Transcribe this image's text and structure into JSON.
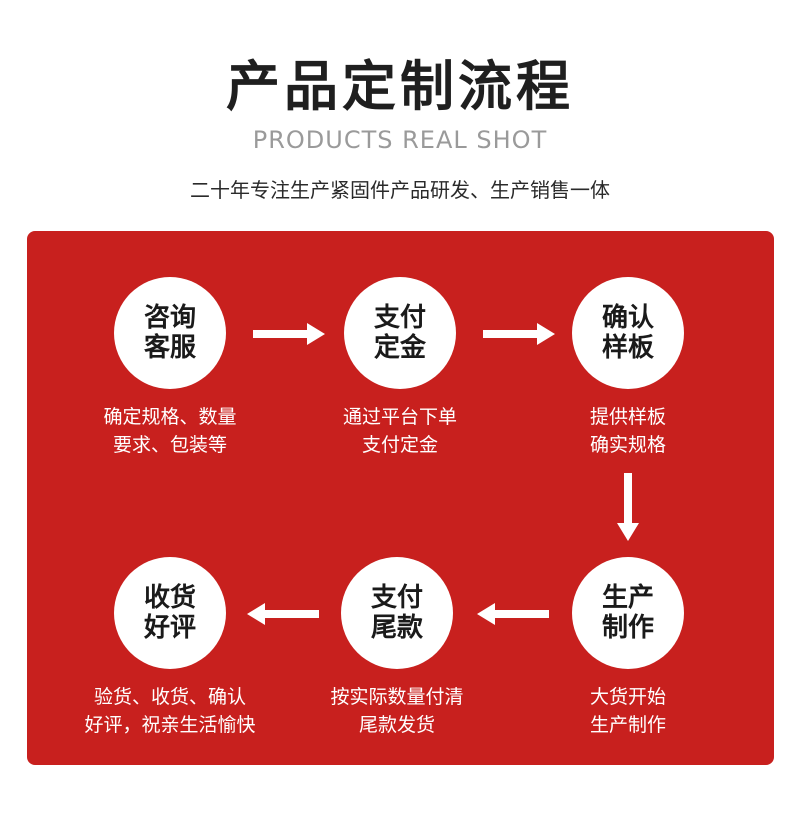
{
  "header": {
    "title": "产品定制流程",
    "subtitle": "PRODUCTS REAL SHOT",
    "tagline": "二十年专注生产紧固件产品研发、生产销售一体"
  },
  "colors": {
    "panel": "#c8201e",
    "circle": "#ffffff",
    "arrow": "#ffffff"
  },
  "steps": [
    {
      "name": "咨询客服",
      "desc1": "确定规格、数量",
      "desc2": "要求、包装等"
    },
    {
      "name": "支付定金",
      "desc1": "通过平台下单",
      "desc2": "支付定金"
    },
    {
      "name": "确认样板",
      "desc1": "提供样板",
      "desc2": "确实规格"
    },
    {
      "name": "生产制作",
      "desc1": "大货开始",
      "desc2": "生产制作"
    },
    {
      "name": "支付尾款",
      "desc1": "按实际数量付清",
      "desc2": "尾款发货"
    },
    {
      "name": "收货好评",
      "desc1": "验货、收货、确认",
      "desc2": "好评，祝亲生活愉快"
    }
  ],
  "arrows": [
    "arrow-right-icon",
    "arrow-right-icon",
    "arrow-down-icon",
    "arrow-left-icon",
    "arrow-left-icon"
  ]
}
